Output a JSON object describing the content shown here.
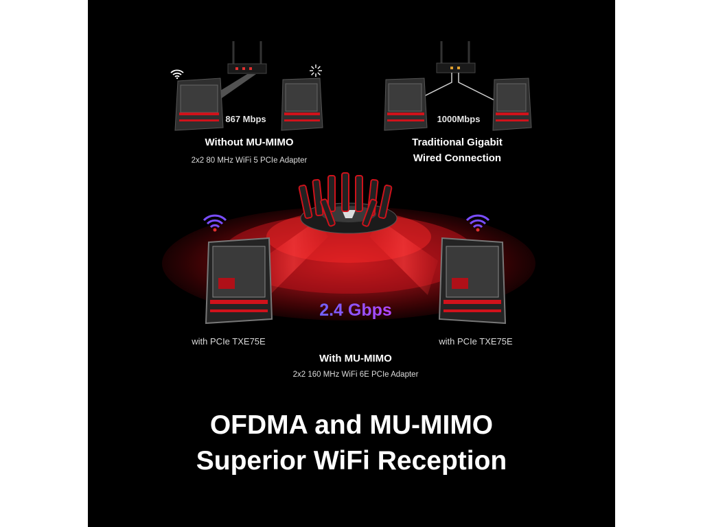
{
  "top_left": {
    "speed": "867 Mbps",
    "title": "Without MU-MIMO",
    "subtitle": "2x2 80 MHz WiFi 5 PCIe Adapter"
  },
  "top_right": {
    "speed": "1000Mbps",
    "title_line1": "Traditional Gigabit",
    "title_line2": "Wired Connection"
  },
  "center": {
    "speed": "2.4 Gbps",
    "left_pc_label": "with PCIe TXE75E",
    "right_pc_label": "with PCIe TXE75E",
    "title": "With MU-MIMO",
    "subtitle": "2x2 160 MHz WiFi 6E PCIe Adapter"
  },
  "headline": {
    "line1": "OFDMA and MU-MIMO",
    "line2": "Superior WiFi Reception"
  },
  "icons": [
    "wifi-icon",
    "loading-spinner-icon",
    "router-icon",
    "pc-tower-icon",
    "gaming-router-icon"
  ],
  "colors": {
    "background": "#000000",
    "accent_red": "#d0121b",
    "gbps_gradient_start": "#5a6cff",
    "gbps_gradient_end": "#c83cff",
    "wifi_icon": "#7a4dff"
  }
}
